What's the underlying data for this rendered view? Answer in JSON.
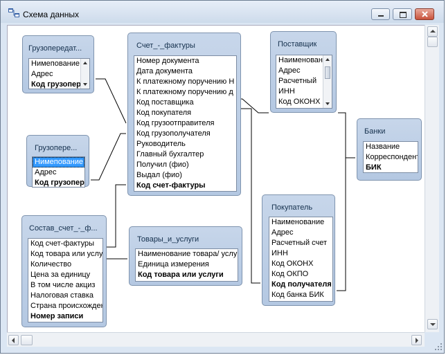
{
  "window": {
    "title": "Схема данных"
  },
  "tables": {
    "gruzopered1": {
      "caption": "Грузопередат...",
      "fields": [
        "Нимепование",
        "Адрес",
        "Код грузопер"
      ],
      "key_index": 2
    },
    "gruzopered2": {
      "caption": "Грузопере...",
      "fields": [
        "Нимепование",
        "Адрес",
        "Код грузопере"
      ],
      "key_index": 2,
      "selected_index": 0
    },
    "schet": {
      "caption": "Счет_-_фактуры",
      "fields": [
        "Номер документа",
        "Дата документа",
        "К платежному поручению Н",
        "К платежному поручению д",
        "Код поставщика",
        "Код покупателя",
        "Код грузоотправителя",
        "Код грузополучателя",
        "Руководитель",
        "Главный бухгалтер",
        "Получил (фио)",
        "Выдал (фио)",
        "Код счет-фактуры"
      ],
      "key_index": 12
    },
    "postavshik": {
      "caption": "Поставщик",
      "fields": [
        "Наименован",
        "Адрес",
        "Расчетный",
        "ИНН",
        "Код ОКОНХ"
      ]
    },
    "banki": {
      "caption": "Банки",
      "fields": [
        "Название",
        "Корреспондент",
        "БИК"
      ],
      "key_index": 2
    },
    "sostav": {
      "caption": "Состав_счет_-_ф...",
      "fields": [
        "Код счет-фактуры",
        "Код товара или услу",
        "Количество",
        "Цена за единицу",
        "В том числе акциз",
        "Налоговая ставка",
        "Страна происхожден",
        "Номер записи"
      ],
      "key_index": 7
    },
    "tovary": {
      "caption": "Товары_и_услуги",
      "fields": [
        "Наименование товара/ услуг",
        "Единица измерения",
        "Код товара или услуги"
      ],
      "key_index": 2
    },
    "pokupatel": {
      "caption": "Покупатель",
      "fields": [
        "Наименование",
        "Адрес",
        "Расчетный счет",
        "ИНН",
        "Код ОКОНХ",
        "Код ОКПО",
        "Код получателя",
        "Код банка БИК"
      ],
      "key_index": 6
    }
  },
  "colors": {
    "title_bar": "#cddbeb",
    "table_header": "#b9cce4",
    "selection": "#3399ff",
    "close_button": "#c8523b"
  }
}
